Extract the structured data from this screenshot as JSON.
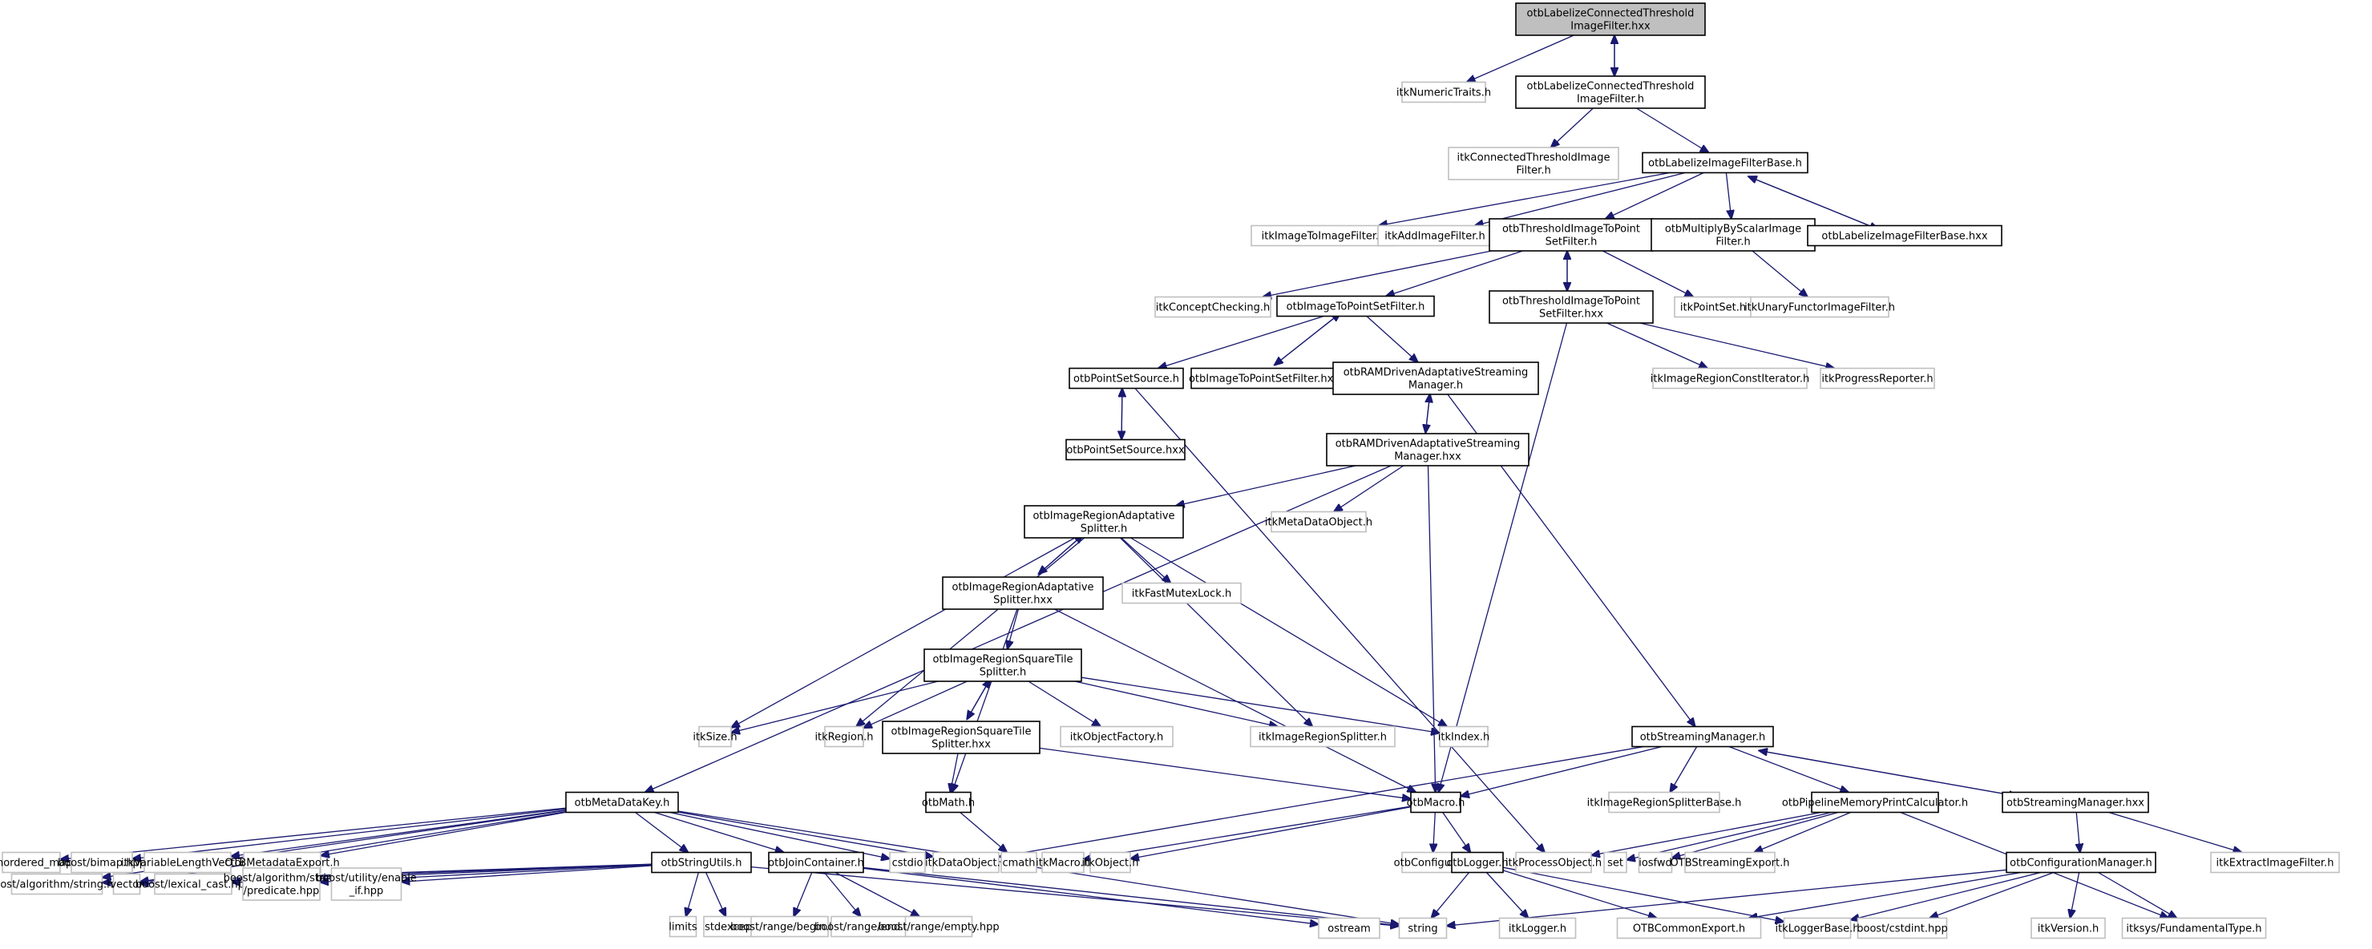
{
  "title": "otbLabelizeConnectedThresholdImageFilter.hxx include dependency graph",
  "colors": {
    "edge": "#191970",
    "root_fill": "#bfbfbf",
    "internal_border": "#000000",
    "external_border": "#bfbfbf"
  },
  "nodes": [
    {
      "id": "root",
      "lines": [
        "otbLabelizeConnectedThreshold",
        "ImageFilter.hxx"
      ],
      "kind": "root"
    },
    {
      "id": "itkNumericTraits",
      "lines": [
        "itkNumericTraits.h"
      ],
      "kind": "external"
    },
    {
      "id": "otbLCTIF_h",
      "lines": [
        "otbLabelizeConnectedThreshold",
        "ImageFilter.h"
      ],
      "kind": "internal"
    },
    {
      "id": "itkConnectedThreshold",
      "lines": [
        "itkConnectedThresholdImage",
        "Filter.h"
      ],
      "kind": "external"
    },
    {
      "id": "otbLabelizeBase_h",
      "lines": [
        "otbLabelizeImageFilterBase.h"
      ],
      "kind": "internal"
    },
    {
      "id": "itkImageToImageFilter",
      "lines": [
        "itkImageToImageFilter.h"
      ],
      "kind": "external"
    },
    {
      "id": "itkAddImageFilter",
      "lines": [
        "itkAddImageFilter.h"
      ],
      "kind": "external"
    },
    {
      "id": "otbThreshPS_h",
      "lines": [
        "otbThresholdImageToPoint",
        "SetFilter.h"
      ],
      "kind": "internal"
    },
    {
      "id": "otbMultiply",
      "lines": [
        "otbMultiplyByScalarImage",
        "Filter.h"
      ],
      "kind": "internal"
    },
    {
      "id": "otbLabelizeBase_hxx",
      "lines": [
        "otbLabelizeImageFilterBase.hxx"
      ],
      "kind": "internal"
    },
    {
      "id": "itkConceptChecking",
      "lines": [
        "itkConceptChecking.h"
      ],
      "kind": "external"
    },
    {
      "id": "otbImgToPS_h",
      "lines": [
        "otbImageToPointSetFilter.h"
      ],
      "kind": "internal"
    },
    {
      "id": "otbThreshPS_hxx",
      "lines": [
        "otbThresholdImageToPoint",
        "SetFilter.hxx"
      ],
      "kind": "internal"
    },
    {
      "id": "itkPointSet",
      "lines": [
        "itkPointSet.h"
      ],
      "kind": "external"
    },
    {
      "id": "itkUnaryFunctor",
      "lines": [
        "itkUnaryFunctorImageFilter.h"
      ],
      "kind": "external"
    },
    {
      "id": "otbPointSetSource_h",
      "lines": [
        "otbPointSetSource.h"
      ],
      "kind": "internal"
    },
    {
      "id": "otbImgToPS_hxx",
      "lines": [
        "otbImageToPointSetFilter.hxx"
      ],
      "kind": "internal"
    },
    {
      "id": "otbRAM_h",
      "lines": [
        "otbRAMDrivenAdaptativeStreaming",
        "Manager.h"
      ],
      "kind": "internal"
    },
    {
      "id": "itkImageRegionConstIterator",
      "lines": [
        "itkImageRegionConstIterator.h"
      ],
      "kind": "external"
    },
    {
      "id": "itkProgressReporter",
      "lines": [
        "itkProgressReporter.h"
      ],
      "kind": "external"
    },
    {
      "id": "otbPointSetSource_hxx",
      "lines": [
        "otbPointSetSource.hxx"
      ],
      "kind": "internal"
    },
    {
      "id": "otbRAM_hxx",
      "lines": [
        "otbRAMDrivenAdaptativeStreaming",
        "Manager.hxx"
      ],
      "kind": "internal"
    },
    {
      "id": "otbIRAS_h",
      "lines": [
        "otbImageRegionAdaptative",
        "Splitter.h"
      ],
      "kind": "internal"
    },
    {
      "id": "itkMetaDataObject",
      "lines": [
        "itkMetaDataObject.h"
      ],
      "kind": "external"
    },
    {
      "id": "otbIRAS_hxx",
      "lines": [
        "otbImageRegionAdaptative",
        "Splitter.hxx"
      ],
      "kind": "internal"
    },
    {
      "id": "itkFastMutexLock",
      "lines": [
        "itkFastMutexLock.h"
      ],
      "kind": "external"
    },
    {
      "id": "otbIRSTS_h",
      "lines": [
        "otbImageRegionSquareTile",
        "Splitter.h"
      ],
      "kind": "internal"
    },
    {
      "id": "itkSize",
      "lines": [
        "itkSize.h"
      ],
      "kind": "external"
    },
    {
      "id": "itkRegion",
      "lines": [
        "itkRegion.h"
      ],
      "kind": "external"
    },
    {
      "id": "otbIRSTS_hxx",
      "lines": [
        "otbImageRegionSquareTile",
        "Splitter.hxx"
      ],
      "kind": "internal"
    },
    {
      "id": "itkObjectFactory",
      "lines": [
        "itkObjectFactory.h"
      ],
      "kind": "external"
    },
    {
      "id": "itkImageRegionSplitter",
      "lines": [
        "itkImageRegionSplitter.h"
      ],
      "kind": "external"
    },
    {
      "id": "itkIndex",
      "lines": [
        "itkIndex.h"
      ],
      "kind": "external"
    },
    {
      "id": "otbStreamingManager_h",
      "lines": [
        "otbStreamingManager.h"
      ],
      "kind": "internal"
    },
    {
      "id": "otbMath",
      "lines": [
        "otbMath.h"
      ],
      "kind": "internal"
    },
    {
      "id": "otbMetaDataKey",
      "lines": [
        "otbMetaDataKey.h"
      ],
      "kind": "internal"
    },
    {
      "id": "otbMacro",
      "lines": [
        "otbMacro.h"
      ],
      "kind": "internal"
    },
    {
      "id": "itkImageRegionSplitterBase",
      "lines": [
        "itkImageRegionSplitterBase.h"
      ],
      "kind": "external"
    },
    {
      "id": "otbPipelineMem",
      "lines": [
        "otbPipelineMemoryPrintCalculator.h"
      ],
      "kind": "internal"
    },
    {
      "id": "otbStreamingManager_hxx",
      "lines": [
        "otbStreamingManager.hxx"
      ],
      "kind": "internal"
    },
    {
      "id": "unordered_map",
      "lines": [
        "unordered_map"
      ],
      "kind": "external"
    },
    {
      "id": "boost_bimap",
      "lines": [
        "boost/bimap.hpp"
      ],
      "kind": "external"
    },
    {
      "id": "itkVLV",
      "lines": [
        "itkVariableLengthVector.h"
      ],
      "kind": "external"
    },
    {
      "id": "OTBMetadataExport",
      "lines": [
        "OTBMetadataExport.h"
      ],
      "kind": "external"
    },
    {
      "id": "otbStringUtils",
      "lines": [
        "otbStringUtils.h"
      ],
      "kind": "internal"
    },
    {
      "id": "otbJoinContainer",
      "lines": [
        "otbJoinContainer.h"
      ],
      "kind": "internal"
    },
    {
      "id": "cstdio",
      "lines": [
        "cstdio"
      ],
      "kind": "external"
    },
    {
      "id": "itkDataObject",
      "lines": [
        "itkDataObject.h"
      ],
      "kind": "external"
    },
    {
      "id": "cmath",
      "lines": [
        "cmath"
      ],
      "kind": "external"
    },
    {
      "id": "itkMacro",
      "lines": [
        "itkMacro.h"
      ],
      "kind": "external"
    },
    {
      "id": "itkObject",
      "lines": [
        "itkObject.h"
      ],
      "kind": "external"
    },
    {
      "id": "otbConfigure",
      "lines": [
        "otbConfigure.h"
      ],
      "kind": "external"
    },
    {
      "id": "otbLogger",
      "lines": [
        "otbLogger.h"
      ],
      "kind": "internal"
    },
    {
      "id": "itkProcessObject",
      "lines": [
        "itkProcessObject.h"
      ],
      "kind": "external"
    },
    {
      "id": "set",
      "lines": [
        "set"
      ],
      "kind": "external"
    },
    {
      "id": "iosfwd",
      "lines": [
        "iosfwd"
      ],
      "kind": "external"
    },
    {
      "id": "OTBStreamingExport",
      "lines": [
        "OTBStreamingExport.h"
      ],
      "kind": "external"
    },
    {
      "id": "otbConfigurationManager",
      "lines": [
        "otbConfigurationManager.h"
      ],
      "kind": "internal"
    },
    {
      "id": "itkExtractImageFilter",
      "lines": [
        "itkExtractImageFilter.h"
      ],
      "kind": "external"
    },
    {
      "id": "boost_alg_string",
      "lines": [
        "boost/algorithm/string.hpp"
      ],
      "kind": "external"
    },
    {
      "id": "vector",
      "lines": [
        "vector"
      ],
      "kind": "external"
    },
    {
      "id": "boost_lexical_cast",
      "lines": [
        "boost/lexical_cast.hpp"
      ],
      "kind": "external"
    },
    {
      "id": "boost_alg_predicate",
      "lines": [
        "boost/algorithm/string",
        "/predicate.hpp"
      ],
      "kind": "external"
    },
    {
      "id": "boost_enable_if",
      "lines": [
        "boost/utility/enable",
        "_if.hpp"
      ],
      "kind": "external"
    },
    {
      "id": "limits",
      "lines": [
        "limits"
      ],
      "kind": "external"
    },
    {
      "id": "stdexcept",
      "lines": [
        "stdexcept"
      ],
      "kind": "external"
    },
    {
      "id": "boost_range_begin",
      "lines": [
        "boost/range/begin.hpp"
      ],
      "kind": "external"
    },
    {
      "id": "boost_range_end",
      "lines": [
        "boost/range/end.hpp"
      ],
      "kind": "external"
    },
    {
      "id": "boost_range_empty",
      "lines": [
        "boost/range/empty.hpp"
      ],
      "kind": "external"
    },
    {
      "id": "ostream",
      "lines": [
        "ostream"
      ],
      "kind": "external"
    },
    {
      "id": "string",
      "lines": [
        "string"
      ],
      "kind": "external"
    },
    {
      "id": "itkLogger",
      "lines": [
        "itkLogger.h"
      ],
      "kind": "external"
    },
    {
      "id": "OTBCommonExport",
      "lines": [
        "OTBCommonExport.h"
      ],
      "kind": "external"
    },
    {
      "id": "itkLoggerBase",
      "lines": [
        "itkLoggerBase.h"
      ],
      "kind": "external"
    },
    {
      "id": "boost_cstdint",
      "lines": [
        "boost/cstdint.hpp"
      ],
      "kind": "external"
    },
    {
      "id": "itkVersion",
      "lines": [
        "itkVersion.h"
      ],
      "kind": "external"
    },
    {
      "id": "itksys_FundamentalType",
      "lines": [
        "itksys/FundamentalType.h"
      ],
      "kind": "external"
    }
  ],
  "edges": [
    [
      "root",
      "itkNumericTraits"
    ],
    [
      "root",
      "otbLCTIF_h"
    ],
    [
      "otbLCTIF_h",
      "root"
    ],
    [
      "otbLCTIF_h",
      "itkConnectedThreshold"
    ],
    [
      "otbLCTIF_h",
      "otbLabelizeBase_h"
    ],
    [
      "otbLabelizeBase_h",
      "itkImageToImageFilter"
    ],
    [
      "otbLabelizeBase_h",
      "itkAddImageFilter"
    ],
    [
      "otbLabelizeBase_h",
      "otbThreshPS_h"
    ],
    [
      "otbLabelizeBase_h",
      "otbMultiply"
    ],
    [
      "otbLabelizeBase_h",
      "otbLabelizeBase_hxx"
    ],
    [
      "otbLabelizeBase_hxx",
      "otbLabelizeBase_h"
    ],
    [
      "otbThreshPS_h",
      "itkConceptChecking"
    ],
    [
      "otbThreshPS_h",
      "otbImgToPS_h"
    ],
    [
      "otbThreshPS_h",
      "otbThreshPS_hxx"
    ],
    [
      "otbThreshPS_hxx",
      "otbThreshPS_h"
    ],
    [
      "otbThreshPS_h",
      "itkPointSet"
    ],
    [
      "otbMultiply",
      "itkUnaryFunctor"
    ],
    [
      "otbImgToPS_h",
      "otbPointSetSource_h"
    ],
    [
      "otbImgToPS_h",
      "otbImgToPS_hxx"
    ],
    [
      "otbImgToPS_hxx",
      "otbImgToPS_h"
    ],
    [
      "otbImgToPS_h",
      "otbRAM_h"
    ],
    [
      "otbThreshPS_hxx",
      "itkImageRegionConstIterator"
    ],
    [
      "otbThreshPS_hxx",
      "itkProgressReporter"
    ],
    [
      "otbThreshPS_hxx",
      "otbMacro"
    ],
    [
      "otbPointSetSource_h",
      "otbPointSetSource_hxx"
    ],
    [
      "otbPointSetSource_hxx",
      "otbPointSetSource_h"
    ],
    [
      "otbPointSetSource_h",
      "itkProcessObject"
    ],
    [
      "otbRAM_h",
      "otbRAM_hxx"
    ],
    [
      "otbRAM_hxx",
      "otbRAM_h"
    ],
    [
      "otbRAM_h",
      "otbStreamingManager_h"
    ],
    [
      "otbRAM_hxx",
      "otbIRAS_h"
    ],
    [
      "otbRAM_hxx",
      "itkMetaDataObject"
    ],
    [
      "otbRAM_hxx",
      "otbMetaDataKey"
    ],
    [
      "otbRAM_hxx",
      "otbMacro"
    ],
    [
      "otbIRAS_h",
      "otbIRAS_hxx"
    ],
    [
      "otbIRAS_hxx",
      "otbIRAS_h"
    ],
    [
      "otbIRAS_h",
      "itkFastMutexLock"
    ],
    [
      "otbIRAS_h",
      "itkSize"
    ],
    [
      "otbIRAS_h",
      "itkRegion"
    ],
    [
      "otbIRAS_h",
      "itkImageRegionSplitter"
    ],
    [
      "otbIRAS_h",
      "itkIndex"
    ],
    [
      "otbIRAS_hxx",
      "otbIRSTS_h"
    ],
    [
      "otbIRAS_hxx",
      "otbMath"
    ],
    [
      "otbIRAS_hxx",
      "otbMacro"
    ],
    [
      "otbIRSTS_h",
      "itkSize"
    ],
    [
      "otbIRSTS_h",
      "itkRegion"
    ],
    [
      "otbIRSTS_h",
      "otbIRSTS_hxx"
    ],
    [
      "otbIRSTS_hxx",
      "otbIRSTS_h"
    ],
    [
      "otbIRSTS_h",
      "itkObjectFactory"
    ],
    [
      "otbIRSTS_h",
      "itkImageRegionSplitter"
    ],
    [
      "otbIRSTS_h",
      "itkIndex"
    ],
    [
      "otbIRSTS_hxx",
      "otbMath"
    ],
    [
      "otbIRSTS_hxx",
      "otbMacro"
    ],
    [
      "otbMath",
      "cmath"
    ],
    [
      "otbStreamingManager_h",
      "otbMacro"
    ],
    [
      "otbStreamingManager_h",
      "itkDataObject"
    ],
    [
      "otbStreamingManager_h",
      "itkImageRegionSplitterBase"
    ],
    [
      "otbStreamingManager_h",
      "otbPipelineMem"
    ],
    [
      "otbStreamingManager_h",
      "otbStreamingManager_hxx"
    ],
    [
      "otbStreamingManager_hxx",
      "otbStreamingManager_h"
    ],
    [
      "otbMacro",
      "itkMacro"
    ],
    [
      "otbMacro",
      "itkObject"
    ],
    [
      "otbMacro",
      "otbConfigure"
    ],
    [
      "otbMacro",
      "otbLogger"
    ],
    [
      "otbPipelineMem",
      "itkProcessObject"
    ],
    [
      "otbPipelineMem",
      "set"
    ],
    [
      "otbPipelineMem",
      "iosfwd"
    ],
    [
      "otbPipelineMem",
      "OTBStreamingExport"
    ],
    [
      "otbPipelineMem",
      "itksys_FundamentalType"
    ],
    [
      "otbStreamingManager_hxx",
      "otbConfigurationManager"
    ],
    [
      "otbStreamingManager_hxx",
      "itkExtractImageFilter"
    ],
    [
      "otbMetaDataKey",
      "unordered_map"
    ],
    [
      "otbMetaDataKey",
      "boost_bimap"
    ],
    [
      "otbMetaDataKey",
      "itkVLV"
    ],
    [
      "otbMetaDataKey",
      "OTBMetadataExport"
    ],
    [
      "otbMetaDataKey",
      "otbStringUtils"
    ],
    [
      "otbMetaDataKey",
      "otbJoinContainer"
    ],
    [
      "otbMetaDataKey",
      "cstdio"
    ],
    [
      "otbMetaDataKey",
      "itkDataObject"
    ],
    [
      "otbMetaDataKey",
      "boost_alg_string"
    ],
    [
      "otbMetaDataKey",
      "vector"
    ],
    [
      "otbMetaDataKey",
      "string"
    ],
    [
      "otbStringUtils",
      "boost_alg_string"
    ],
    [
      "otbStringUtils",
      "vector"
    ],
    [
      "otbStringUtils",
      "boost_lexical_cast"
    ],
    [
      "otbStringUtils",
      "boost_alg_predicate"
    ],
    [
      "otbStringUtils",
      "boost_enable_if"
    ],
    [
      "otbStringUtils",
      "limits"
    ],
    [
      "otbStringUtils",
      "stdexcept"
    ],
    [
      "otbStringUtils",
      "string"
    ],
    [
      "otbJoinContainer",
      "boost_range_begin"
    ],
    [
      "otbJoinContainer",
      "boost_range_end"
    ],
    [
      "otbJoinContainer",
      "boost_range_empty"
    ],
    [
      "otbJoinContainer",
      "ostream"
    ],
    [
      "otbJoinContainer",
      "string"
    ],
    [
      "otbLogger",
      "string"
    ],
    [
      "otbLogger",
      "itkLogger"
    ],
    [
      "otbLogger",
      "OTBCommonExport"
    ],
    [
      "otbLogger",
      "itkLoggerBase"
    ],
    [
      "otbConfigurationManager",
      "string"
    ],
    [
      "otbConfigurationManager",
      "OTBCommonExport"
    ],
    [
      "otbConfigurationManager",
      "itkLoggerBase"
    ],
    [
      "otbConfigurationManager",
      "boost_cstdint"
    ],
    [
      "otbConfigurationManager",
      "itkVersion"
    ],
    [
      "otbConfigurationManager",
      "itksys_FundamentalType"
    ]
  ]
}
